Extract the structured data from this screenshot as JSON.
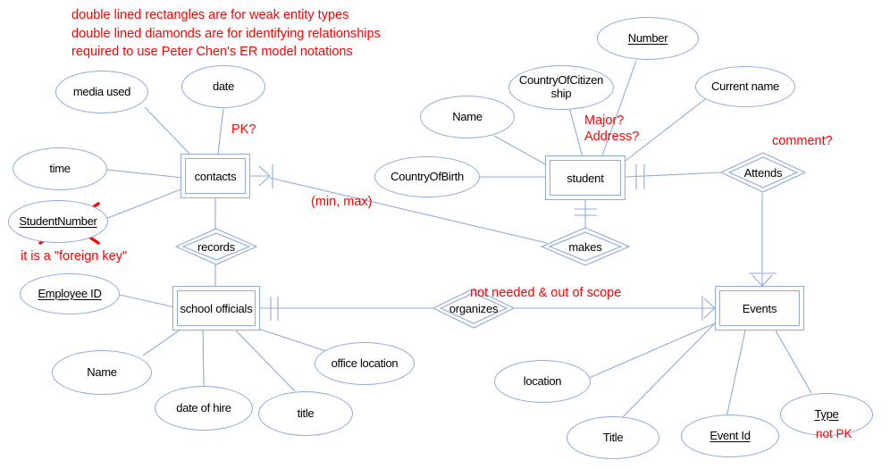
{
  "diagram": {
    "title": "ER Diagram",
    "line_color": "#8FAADC",
    "note_color": "#FF0000",
    "text_color": "#000000"
  },
  "legend_notes": [
    "double lined rectangles are for weak entity types",
    "double lined diamonds are for identifying relationships",
    "required to use Peter Chen's ER model notations"
  ],
  "entities": [
    {
      "id": "contacts",
      "label": "contacts",
      "weak": true
    },
    {
      "id": "student",
      "label": "student",
      "weak": true
    },
    {
      "id": "school-officials",
      "label": "school officials",
      "weak": true
    },
    {
      "id": "events",
      "label": "Events",
      "weak": true
    }
  ],
  "relationships": [
    {
      "id": "records",
      "label": "records",
      "identifying": true
    },
    {
      "id": "makes",
      "label": "makes",
      "identifying": true
    },
    {
      "id": "attends",
      "label": "Attends",
      "identifying": true
    },
    {
      "id": "organizes",
      "label": "organizes",
      "identifying": true
    }
  ],
  "attributes": [
    {
      "id": "media-used",
      "label": "media used",
      "key": false
    },
    {
      "id": "date",
      "label": "date",
      "key": false
    },
    {
      "id": "time",
      "label": "time",
      "key": false
    },
    {
      "id": "student-number",
      "label": "StudentNumber",
      "key": true
    },
    {
      "id": "employee-id",
      "label": "Employee ID",
      "key": true
    },
    {
      "id": "name-official",
      "label": "Name",
      "key": false
    },
    {
      "id": "date-of-hire",
      "label": "date of hire",
      "key": false
    },
    {
      "id": "title-official",
      "label": "title",
      "key": false
    },
    {
      "id": "office-location",
      "label": "office location",
      "key": false
    },
    {
      "id": "country-of-birth",
      "label": "CountryOfBirth",
      "key": false
    },
    {
      "id": "name-student",
      "label": "Name",
      "key": false
    },
    {
      "id": "country-of-citizenship",
      "label": "CountryOfCitizen ship",
      "key": false
    },
    {
      "id": "number",
      "label": "Number",
      "key": true
    },
    {
      "id": "current-name",
      "label": "Current name",
      "key": false
    },
    {
      "id": "location",
      "label": "location",
      "key": false
    },
    {
      "id": "title-event",
      "label": "Title",
      "key": false
    },
    {
      "id": "event-id",
      "label": "Event Id",
      "key": true
    },
    {
      "id": "type",
      "label": "Type",
      "key": true
    }
  ],
  "annotations": [
    {
      "id": "pk-question",
      "text": "PK?"
    },
    {
      "id": "foreign-key-note",
      "text": "it is a \"foreign key\""
    },
    {
      "id": "min-max",
      "text": "(min, max)"
    },
    {
      "id": "major-question",
      "text": "Major?"
    },
    {
      "id": "address-question",
      "text": "Address?"
    },
    {
      "id": "comment-question",
      "text": "comment?"
    },
    {
      "id": "out-of-scope",
      "text": "not needed & out of scope"
    },
    {
      "id": "not-pk",
      "text": "not PK"
    }
  ]
}
